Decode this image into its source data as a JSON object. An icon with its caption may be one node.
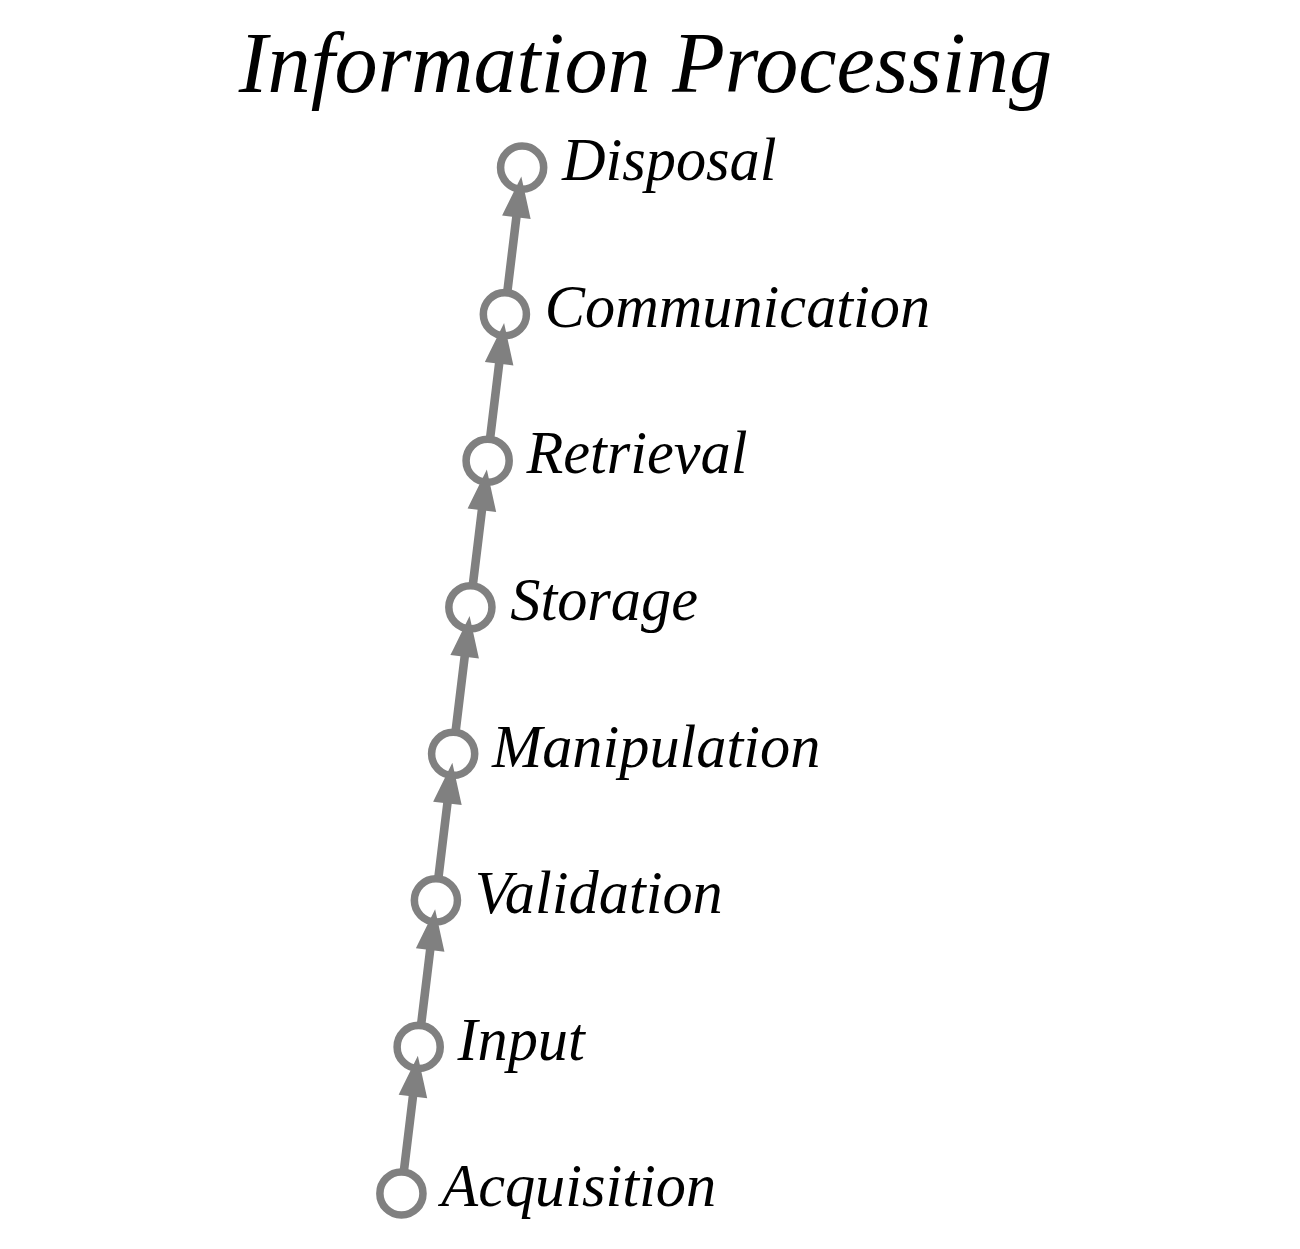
{
  "diagram": {
    "title": "Information Processing",
    "nodes": [
      {
        "text": [],
        "shape": "circle",
        "beside": [
          "Acquisition"
        ]
      },
      {
        "text": [],
        "shape": "circle",
        "beside": [
          "Input"
        ]
      },
      {
        "text": [],
        "shape": "circle",
        "beside": [
          "Validation"
        ]
      },
      {
        "text": [],
        "shape": "circle",
        "beside": [
          "Manipulation"
        ]
      },
      {
        "text": [],
        "shape": "circle",
        "beside": [
          "Storage"
        ]
      },
      {
        "text": [],
        "shape": "circle",
        "beside": [
          "Retrieval"
        ]
      },
      {
        "text": [],
        "shape": "circle",
        "beside": [
          "Communication"
        ]
      },
      {
        "text": [],
        "shape": "circle",
        "beside": [
          "Disposal"
        ]
      }
    ],
    "edges": [
      {
        "from": 0,
        "to": 1,
        "arrow": "to"
      },
      {
        "from": 1,
        "to": 2,
        "arrow": "to"
      },
      {
        "from": 2,
        "to": 3,
        "arrow": "to"
      },
      {
        "from": 3,
        "to": 4,
        "arrow": "to"
      },
      {
        "from": 4,
        "to": 5,
        "arrow": "to"
      },
      {
        "from": 5,
        "to": 6,
        "arrow": "to"
      },
      {
        "from": 6,
        "to": 7,
        "arrow": "to"
      }
    ]
  }
}
